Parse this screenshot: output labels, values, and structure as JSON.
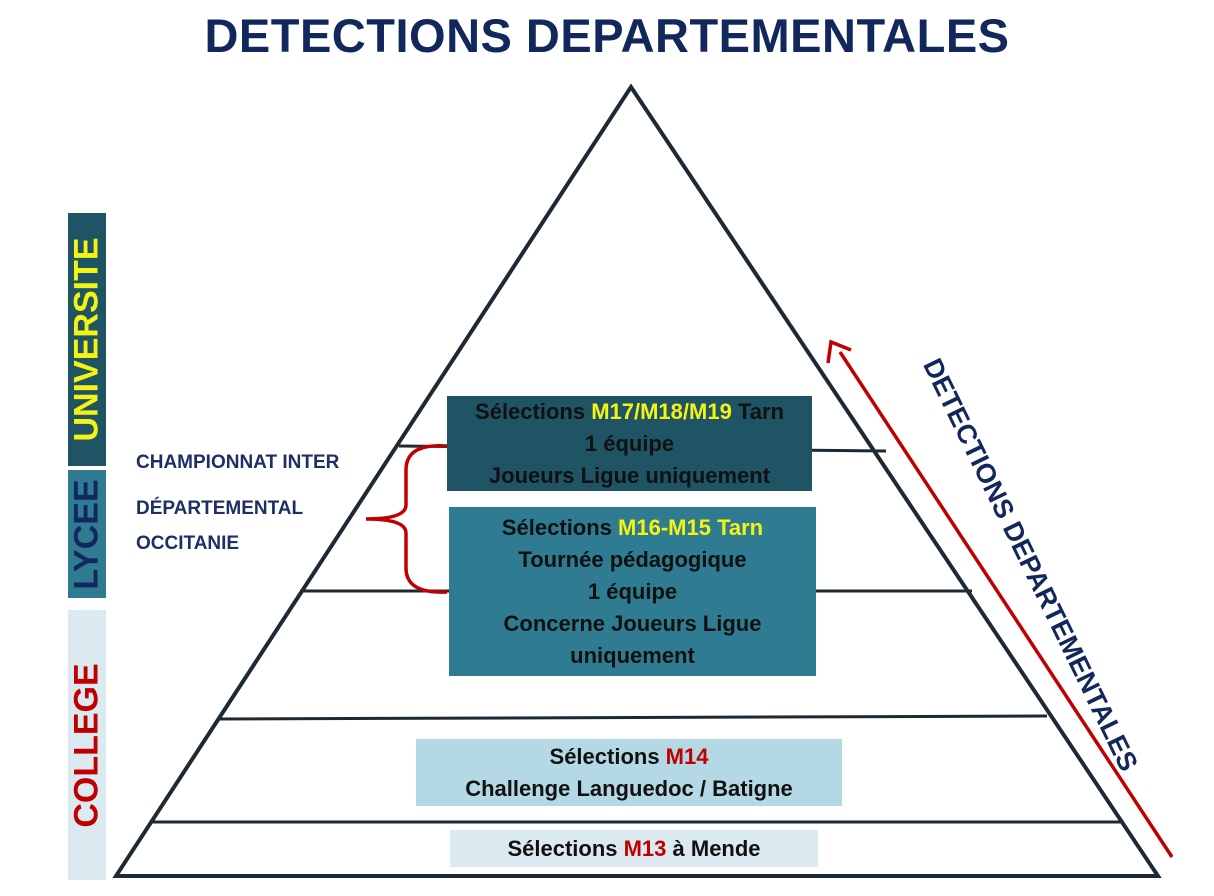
{
  "title": "DETECTIONS DEPARTEMENTALES",
  "colors": {
    "title": "#12275c",
    "band_universite": "#1f5464",
    "band_lycee": "#2f7b92",
    "band_college": "#dbeaf1",
    "highlight_yellow": "#f3f314",
    "highlight_red": "#c00000",
    "arrow": "#c00000",
    "brace": "#c00000"
  },
  "side_bands": {
    "universite": "UNIVERSITE",
    "lycee": "LYCEE",
    "college": "COLLEGE"
  },
  "championnat": {
    "line1": "CHAMPIONNAT INTER",
    "line2": "DÉPARTEMENTAL",
    "line3": "OCCITANIE"
  },
  "levels": [
    {
      "id": "m17",
      "prefix": "Sélections ",
      "highlight": "M17/M18/M19",
      "suffix": " Tarn",
      "lines": [
        "1 équipe",
        "Joueurs Ligue uniquement"
      ]
    },
    {
      "id": "m16",
      "prefix": "Sélections ",
      "highlight": "M16-M15 Tarn",
      "suffix": "",
      "lines": [
        "Tournée pédagogique",
        "1 équipe",
        "Concerne Joueurs Ligue",
        "uniquement"
      ]
    },
    {
      "id": "m14",
      "prefix": "Sélections ",
      "highlight": "M14",
      "suffix": "",
      "lines": [
        "Challenge Languedoc / Batigne"
      ]
    },
    {
      "id": "m13",
      "prefix": "Sélections ",
      "highlight": "M13",
      "suffix": " à Mende",
      "lines": []
    }
  ],
  "arrow_label": "DETECTIONS DEPARTEMENTALES"
}
